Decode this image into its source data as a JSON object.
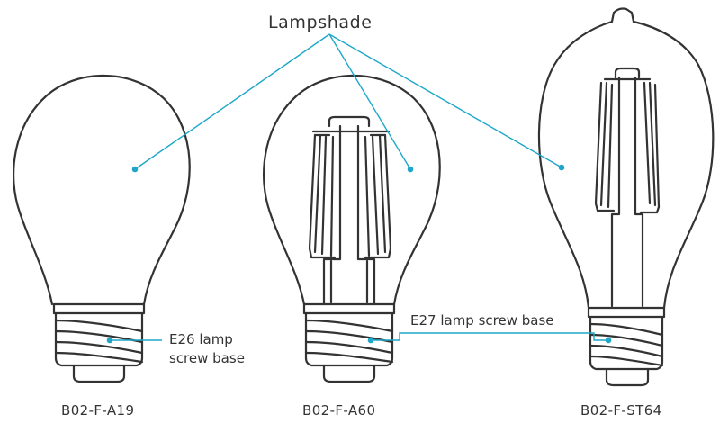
{
  "lampshade_label": "Lampshade",
  "bulbs": [
    {
      "model": "B02-F-A19",
      "base_label_line1": "E26 lamp",
      "base_label_line2": "screw base"
    },
    {
      "model": "B02-F-A60",
      "base_label_line1": "E27 lamp screw base"
    },
    {
      "model": "B02-F-ST64"
    }
  ],
  "colors": {
    "outline": "#333333",
    "leader": "#1ea7c9",
    "background": "#ffffff"
  }
}
